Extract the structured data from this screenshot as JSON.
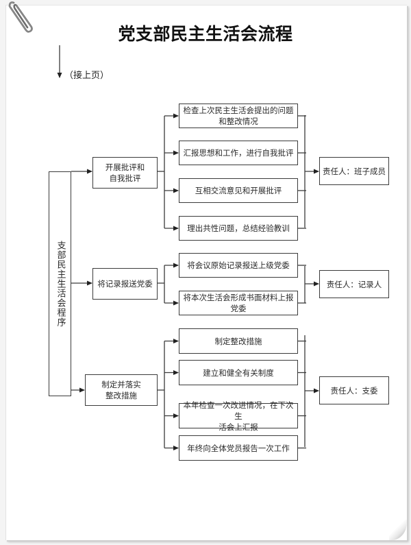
{
  "title": "党支部民主生活会流程",
  "continuation": {
    "label": "（接上页）",
    "icon": "arrow-down-icon"
  },
  "decor": {
    "paperclip_icon": "paperclip-icon",
    "page_curl": "page-curl"
  },
  "colors": {
    "line": "#3a3a3a",
    "text": "#2a2a2a",
    "title": "#111111",
    "page": "#ffffff"
  },
  "root": {
    "label": "支部民主生活会程序"
  },
  "groups": [
    {
      "step": {
        "lines": [
          "开展批评和",
          "自我批评"
        ]
      },
      "tasks": [
        {
          "lines": [
            "检查上次民主生活会提出的问题",
            "和整改情况"
          ]
        },
        {
          "lines": [
            "汇报思想和工作，进行自我批评"
          ]
        },
        {
          "lines": [
            "互相交流意见和开展批评"
          ]
        },
        {
          "lines": [
            "理出共性问题，总结经验教训"
          ]
        }
      ],
      "responsible": "责任人：班子成员"
    },
    {
      "step": {
        "lines": [
          "将记录报送党委"
        ]
      },
      "tasks": [
        {
          "lines": [
            "将会议原始记录报送上级党委"
          ]
        },
        {
          "lines": [
            "将本次生活会形成书面材料上报",
            "党委"
          ]
        }
      ],
      "responsible": "责任人：记录人"
    },
    {
      "step": {
        "lines": [
          "制定并落实",
          "整改措施"
        ]
      },
      "tasks": [
        {
          "lines": [
            "制定整改措施"
          ]
        },
        {
          "lines": [
            "建立和健全有关制度"
          ]
        },
        {
          "lines": [
            "本年检查一次改进情况，在下次生",
            "活会上汇报"
          ]
        },
        {
          "lines": [
            "年终向全体党员报告一次工作"
          ]
        }
      ],
      "responsible": "责任人：支委"
    }
  ]
}
